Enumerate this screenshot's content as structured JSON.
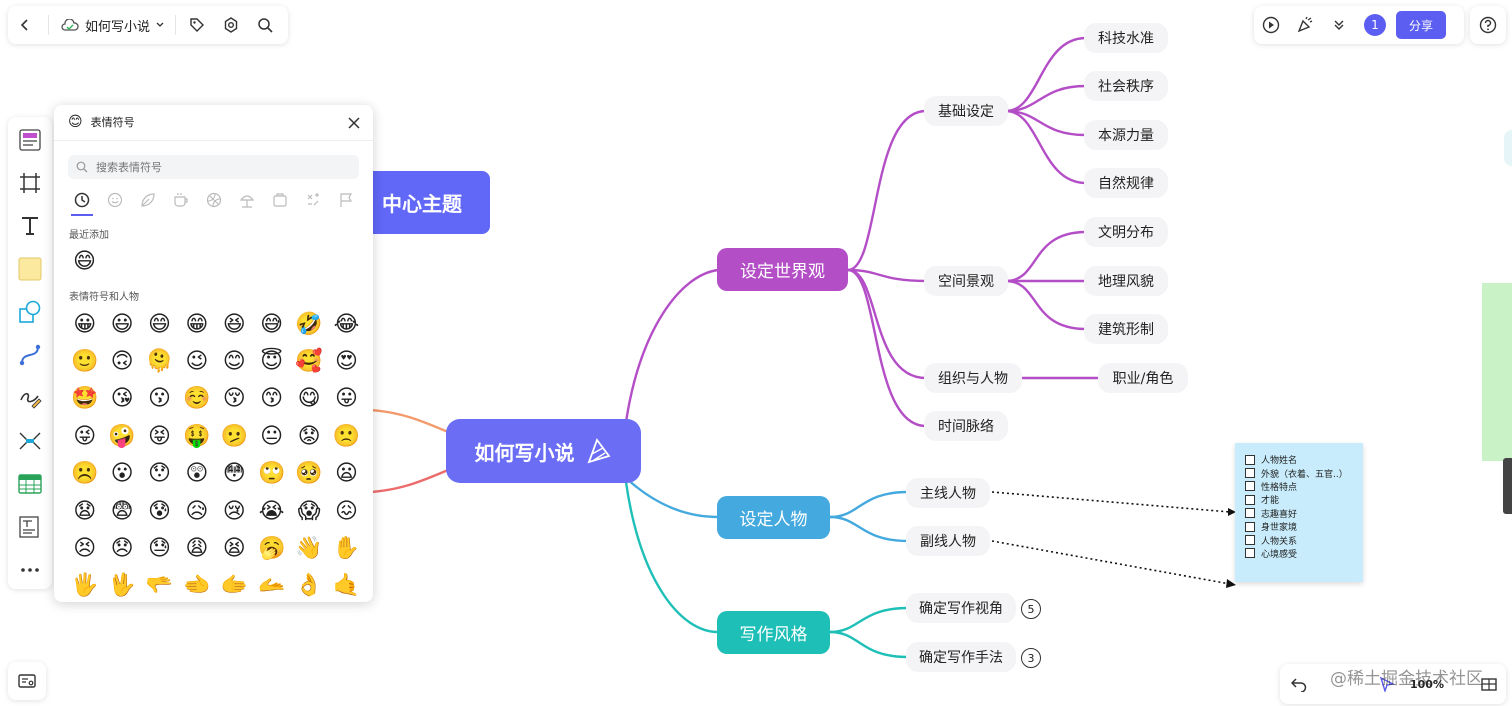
{
  "topbar": {
    "doc_title": "如何写小说",
    "user_count": "1",
    "share_label": "分享"
  },
  "colors": {
    "accent": "#6b6ef5",
    "world": "#b44ec7",
    "people": "#44a9de",
    "style": "#1dbfb7",
    "orange": "#f29a6b",
    "red": "#ec6b6b"
  },
  "emoji_panel": {
    "title": "表情符号",
    "title_icon": "😊",
    "search_placeholder": "搜索表情符号",
    "recent_label": "最近添加",
    "recent": [
      "😄"
    ],
    "category_label": "表情符号和人物",
    "categories": [
      "clock-icon",
      "smiley-icon",
      "leaf-icon",
      "cup-icon",
      "ball-icon",
      "travel-icon",
      "object-icon",
      "symbol-icon",
      "flag-icon"
    ],
    "emojis": [
      "😀",
      "😃",
      "😄",
      "😁",
      "😆",
      "😅",
      "🤣",
      "😂",
      "🙂",
      "🙃",
      "🫠",
      "😉",
      "😊",
      "😇",
      "🥰",
      "😍",
      "🤩",
      "😘",
      "😗",
      "☺️",
      "😚",
      "😙",
      "😋",
      "😛",
      "😜",
      "🤪",
      "😝",
      "🤑",
      "🫤",
      "😐",
      "😟",
      "🙁",
      "☹️",
      "😮",
      "😯",
      "😲",
      "😳",
      "🙄",
      "🥺",
      "😦",
      "😧",
      "😨",
      "😰",
      "😥",
      "😢",
      "😭",
      "😱",
      "😖",
      "😣",
      "😞",
      "😓",
      "😩",
      "😫",
      "🥱",
      "👋",
      "✋",
      "🖐️",
      "🖖",
      "🫳",
      "🫲",
      "🫱",
      "🫴",
      "👌",
      "🤙"
    ]
  },
  "mindmap": {
    "floating_topic": "中心主题",
    "root": "如何写小说",
    "branches": {
      "world": "设定世界观",
      "people": "设定人物",
      "style": "写作风格"
    },
    "world_children": [
      "基础设定",
      "空间景观",
      "组织与人物",
      "时间脉络"
    ],
    "basic_children": [
      "科技水准",
      "社会秩序",
      "本源力量",
      "自然规律"
    ],
    "space_children": [
      "文明分布",
      "地理风貌",
      "建筑形制"
    ],
    "org_children": [
      "职业/角色"
    ],
    "people_children": [
      "主线人物",
      "副线人物"
    ],
    "style_children": [
      "确定写作视角",
      "确定写作手法"
    ],
    "style_badges": [
      "5",
      "3"
    ]
  },
  "sticky_note": {
    "items": [
      "人物姓名",
      "外貌（衣着、五官..）",
      "性格特点",
      "才能",
      "志趣喜好",
      "身世家境",
      "人物关系",
      "心境感受"
    ]
  },
  "bottom": {
    "zoom": "100%",
    "watermark": "@稀土掘金技术社区"
  }
}
